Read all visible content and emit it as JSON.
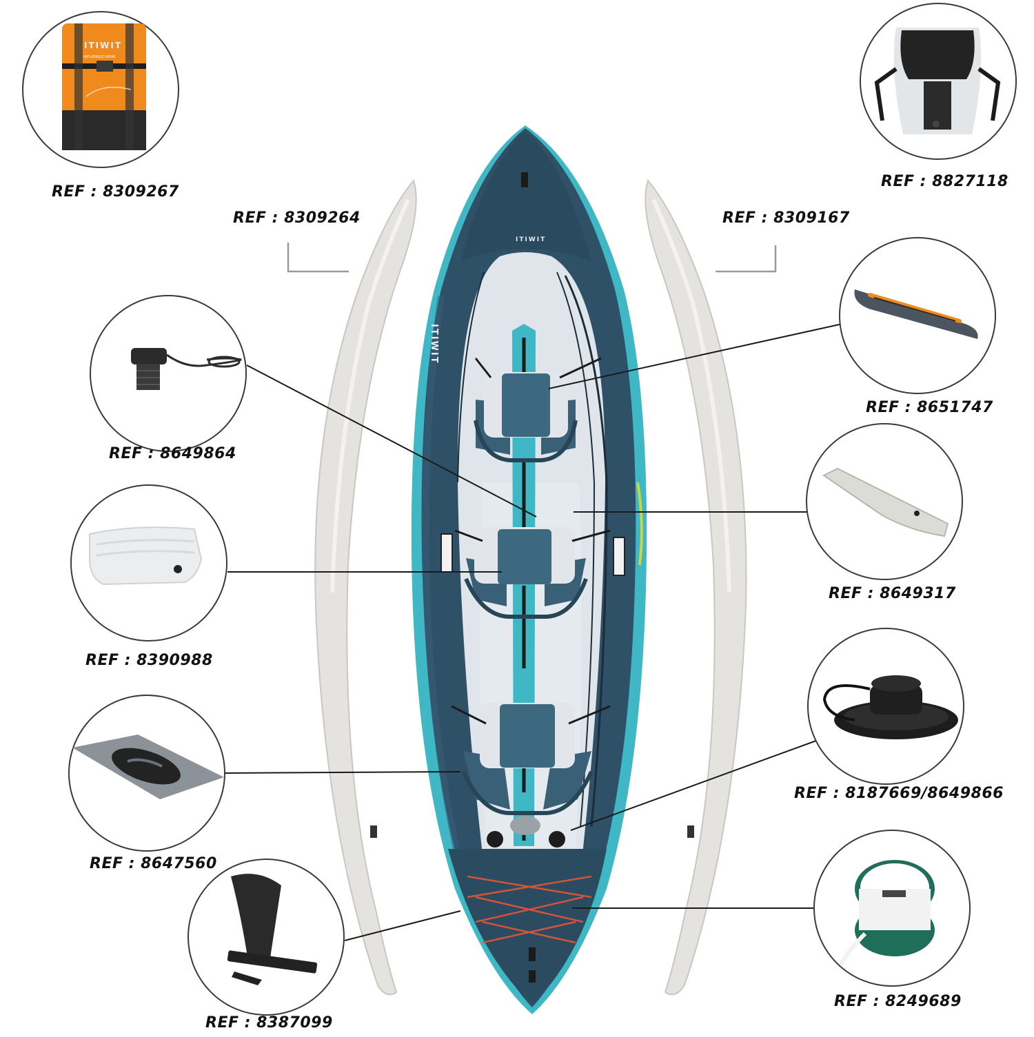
{
  "brand": "ITIWIT",
  "bag_text": {
    "brand": "ITIWIT",
    "subtitle": "INFLATABLE KAYAK"
  },
  "refs": [
    {
      "id": "bag",
      "label": "REF : 8309267"
    },
    {
      "id": "seat-back",
      "label": "REF : 8827118"
    },
    {
      "id": "tube-left",
      "label": "REF : 8309264"
    },
    {
      "id": "tube-right",
      "label": "REF : 8309167"
    },
    {
      "id": "drop-stitch-floor",
      "label": "REF : 8651747"
    },
    {
      "id": "valve",
      "label": "REF : 8649864"
    },
    {
      "id": "floor-panel",
      "label": "REF : 8649317"
    },
    {
      "id": "seat-cushion",
      "label": "REF : 8390988"
    },
    {
      "id": "drain-valve",
      "label": "REF : 8187669/8649866"
    },
    {
      "id": "fin-box-patch",
      "label": "REF : 8647560"
    },
    {
      "id": "rope-spool",
      "label": "REF : 8249689"
    },
    {
      "id": "fin",
      "label": "REF : 8387099"
    }
  ],
  "colors": {
    "hull": "#2f5168",
    "hull_dark": "#243f52",
    "turquoise": "#3fb7c4",
    "tube": "#e4e3df",
    "floor": "#dfe5ea",
    "bag_orange": "#f08a1c",
    "bungee": "#d2553a"
  }
}
